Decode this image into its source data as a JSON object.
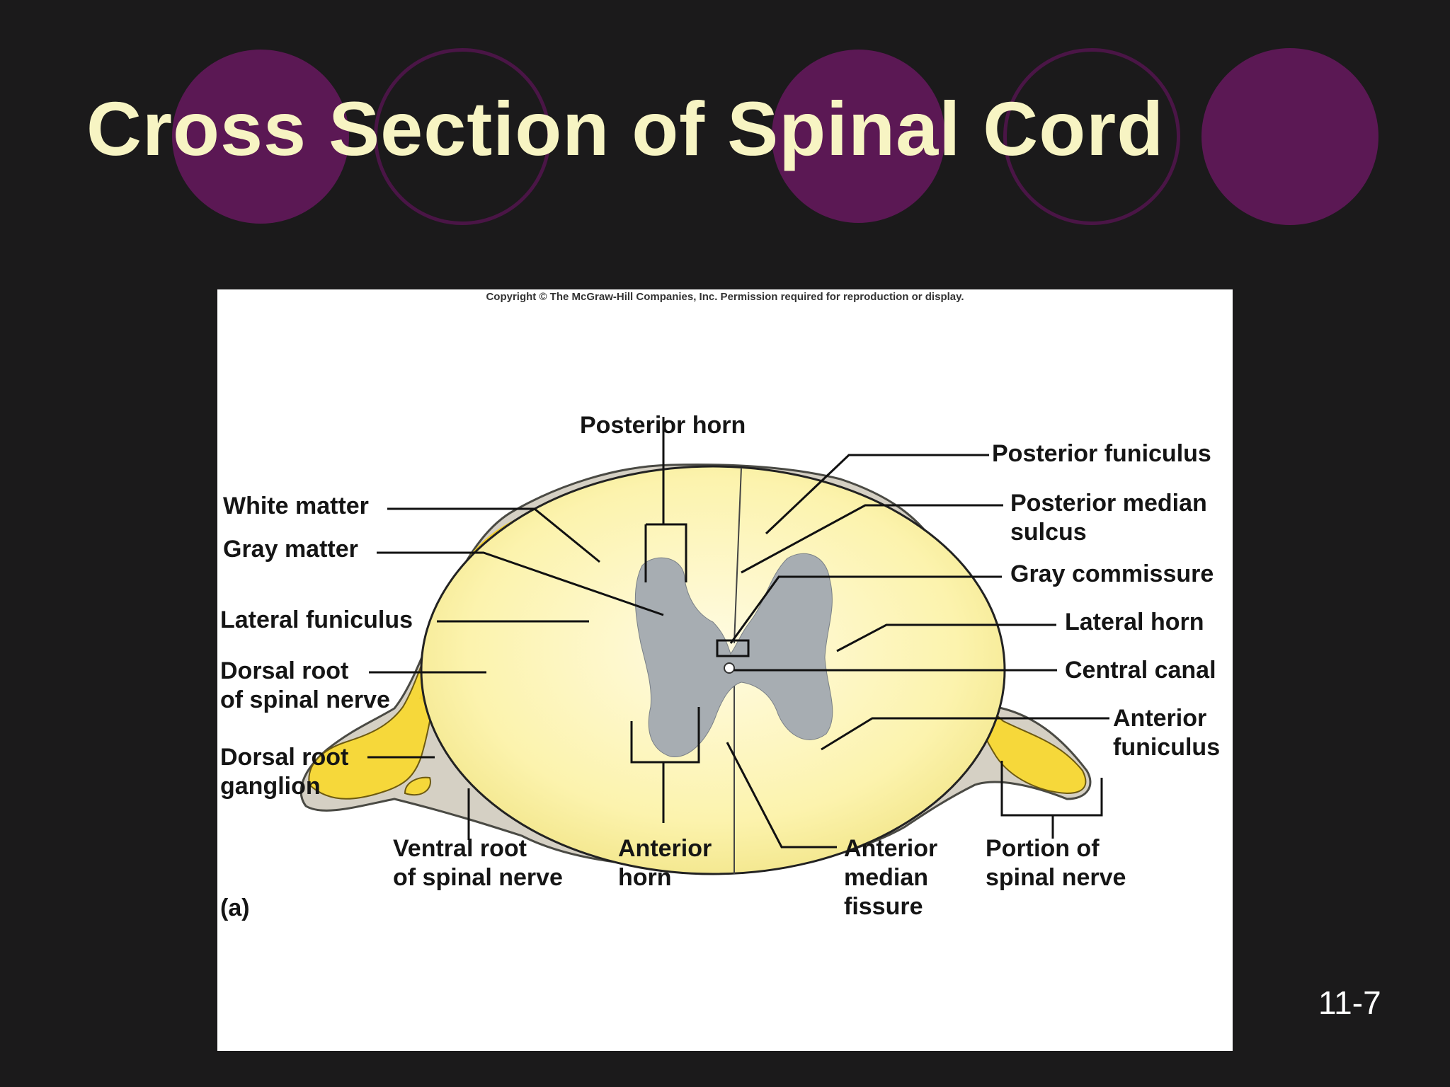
{
  "slide": {
    "title": "Cross Section of Spinal Cord",
    "page_number": "11-7"
  },
  "figure": {
    "copyright": "Copyright © The McGraw-Hill Companies, Inc. Permission required for reproduction or display.",
    "panel_label": "(a)",
    "labels": {
      "posterior_horn": "Posterior horn",
      "white_matter": "White matter",
      "gray_matter": "Gray matter",
      "lateral_funiculus": "Lateral funiculus",
      "dorsal_root_line1": "Dorsal root",
      "dorsal_root_line2": "of spinal nerve",
      "dorsal_root_ganglion_line1": "Dorsal root",
      "dorsal_root_ganglion_line2": "ganglion",
      "ventral_root_line1": "Ventral root",
      "ventral_root_line2": "of spinal nerve",
      "anterior_horn_line1": "Anterior",
      "anterior_horn_line2": "horn",
      "anterior_median_fissure_line1": "Anterior",
      "anterior_median_fissure_line2": "median",
      "anterior_median_fissure_line3": "fissure",
      "portion_of_spinal_nerve_line1": "Portion of",
      "portion_of_spinal_nerve_line2": "spinal nerve",
      "posterior_funiculus": "Posterior funiculus",
      "posterior_median_sulcus_line1": "Posterior median",
      "posterior_median_sulcus_line2": "sulcus",
      "gray_commissure": "Gray commissure",
      "lateral_horn": "Lateral horn",
      "central_canal": "Central canal",
      "anterior_funiculus_line1": "Anterior",
      "anterior_funiculus_line2": "funiculus"
    }
  },
  "colors": {
    "background": "#1b1a1b",
    "title": "#f7f4c3",
    "circle_fill": "#5b1854",
    "white_matter": "#fdf6b8",
    "gray_matter": "#a7adb2",
    "meninges": "#d5d0c4",
    "nerve_root": "#f6d83a"
  }
}
